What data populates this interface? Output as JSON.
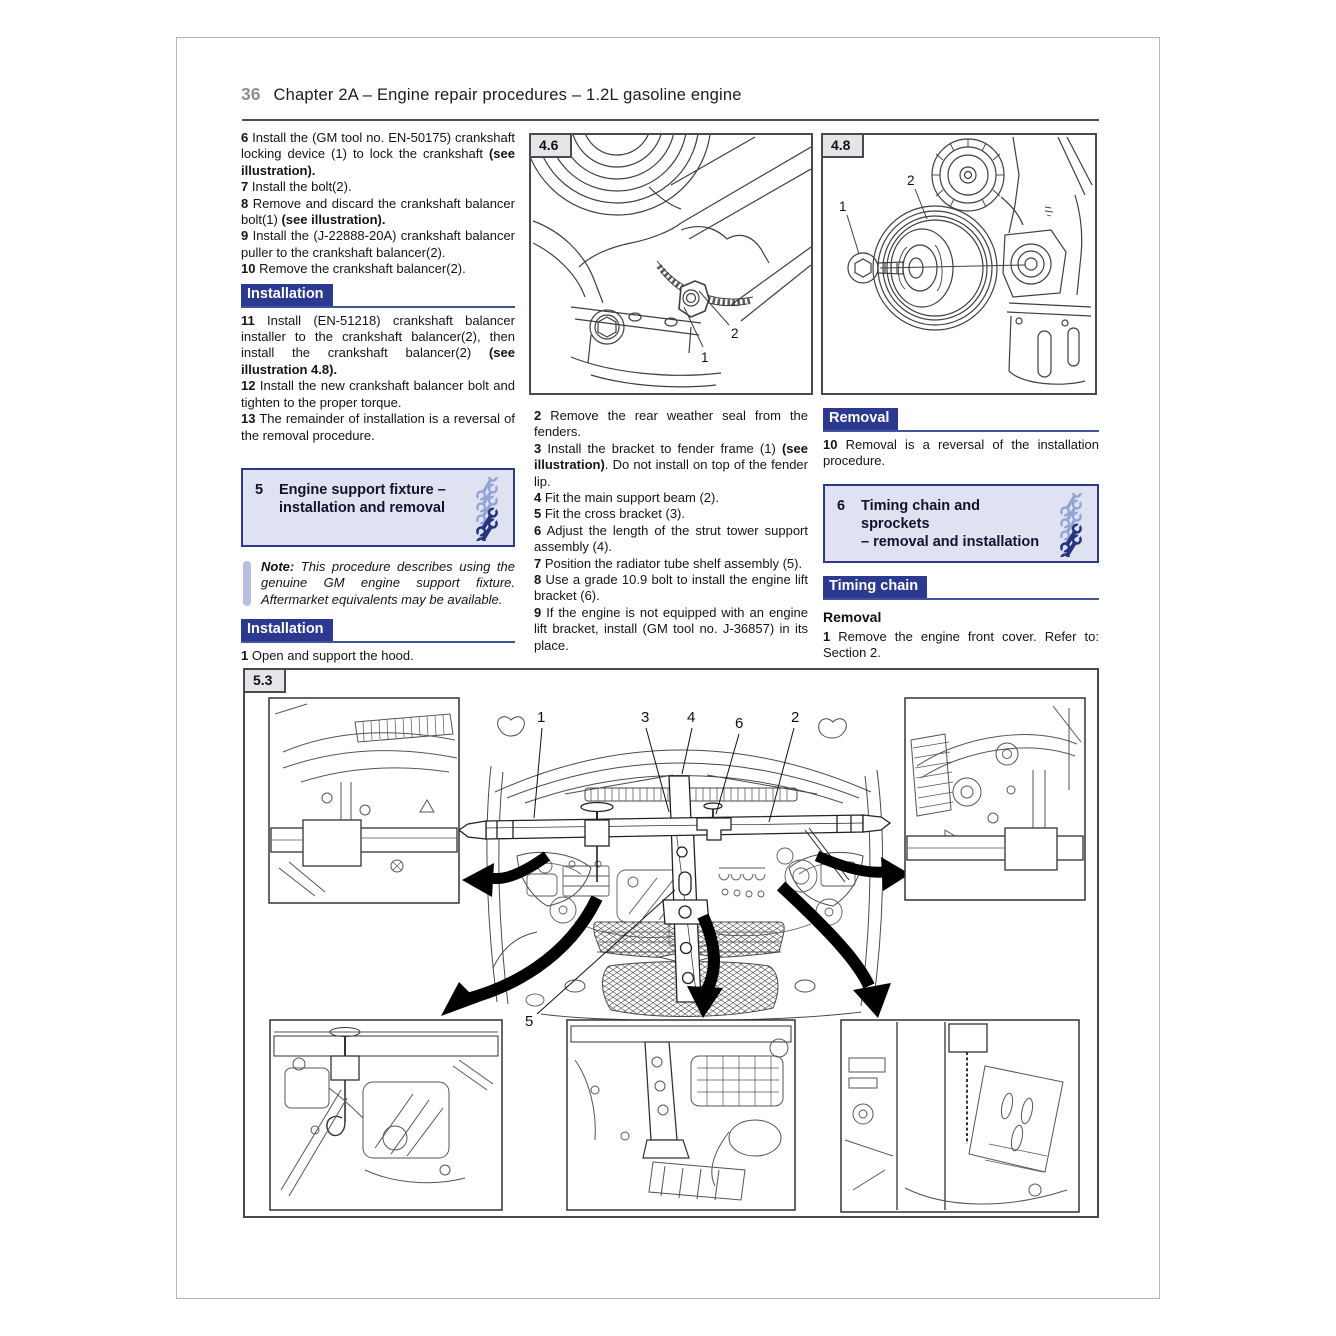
{
  "page": {
    "number": "36",
    "title": "Chapter 2A – Engine repair procedures – 1.2L gasoline engine"
  },
  "left": {
    "steps_a": [
      {
        "num": "6",
        "pre": " Install the (GM tool no. EN-50175) crankshaft locking device (1) to lock the crankshaft ",
        "bold": "(see illustration).",
        "post": ""
      },
      {
        "num": "7",
        "pre": " Install the bolt(2).",
        "bold": "",
        "post": ""
      },
      {
        "num": "8",
        "pre": " Remove and discard the crankshaft balancer bolt(1) ",
        "bold": "(see illustration).",
        "post": ""
      },
      {
        "num": "9",
        "pre": " Install the (J-22888-20A) crankshaft balancer puller to the crankshaft balancer(2).",
        "bold": "",
        "post": ""
      },
      {
        "num": "10",
        "pre": " Remove the crankshaft balancer(2).",
        "bold": "",
        "post": ""
      }
    ],
    "header_installation": "Installation",
    "steps_b": [
      {
        "num": "11",
        "pre": " Install (EN-51218) crankshaft balancer installer to the crankshaft balancer(2), then install the crankshaft balancer(2) ",
        "bold": "(see illustration 4.8).",
        "post": ""
      },
      {
        "num": "12",
        "pre": " Install the new crankshaft balancer bolt and tighten to the proper torque.",
        "bold": "",
        "post": ""
      },
      {
        "num": "13",
        "pre": " The remainder of installation is a reversal of the removal procedure.",
        "bold": "",
        "post": ""
      }
    ],
    "section5": {
      "number": "5",
      "line1": "Engine support fixture –",
      "line2": "installation and removal"
    },
    "note_label": "Note: ",
    "note_text": "This procedure describes using the genuine GM engine support fixture. Aftermarket equivalents may be available.",
    "header_installation2": "Installation",
    "steps_c": [
      {
        "num": "1",
        "pre": " Open and support the hood.",
        "bold": "",
        "post": ""
      }
    ]
  },
  "middle": {
    "steps": [
      {
        "num": "2",
        "pre": " Remove the rear weather seal from the fenders.",
        "bold": "",
        "post": ""
      },
      {
        "num": "3",
        "pre": " Install the bracket to fender frame (1) ",
        "bold": "(see illustration)",
        "post": ". Do not install on top of the fender lip."
      },
      {
        "num": "4",
        "pre": " Fit the main support beam (2).",
        "bold": "",
        "post": ""
      },
      {
        "num": "5",
        "pre": " Fit the cross bracket (3).",
        "bold": "",
        "post": ""
      },
      {
        "num": "6",
        "pre": " Adjust the length of the strut tower support assembly (4).",
        "bold": "",
        "post": ""
      },
      {
        "num": "7",
        "pre": " Position the radiator tube shelf assembly (5).",
        "bold": "",
        "post": ""
      },
      {
        "num": "8",
        "pre": " Use a grade 10.9 bolt to install the engine lift bracket (6).",
        "bold": "",
        "post": ""
      },
      {
        "num": "9",
        "pre": " If the engine is not equipped with an engine lift bracket, install (GM tool no. J-36857) in its place.",
        "bold": "",
        "post": ""
      }
    ]
  },
  "right": {
    "header_removal": "Removal",
    "steps_a": [
      {
        "num": "10",
        "pre": " Removal is a reversal of the installation procedure.",
        "bold": "",
        "post": ""
      }
    ],
    "section6": {
      "number": "6",
      "line1": "Timing chain and sprockets",
      "line2": "– removal and installation"
    },
    "header_timing": "Timing chain",
    "sub_removal": "Removal",
    "steps_b": [
      {
        "num": "1",
        "pre": " Remove the engine front cover. Refer to: Section 2.",
        "bold": "",
        "post": ""
      }
    ]
  },
  "figures": {
    "f46": {
      "label": "4.6",
      "callouts": [
        "1",
        "2"
      ]
    },
    "f48": {
      "label": "4.8",
      "callouts": [
        "1",
        "2"
      ]
    },
    "f53": {
      "label": "5.3",
      "callouts": {
        "c1": "1",
        "c3": "3",
        "c4": "4",
        "c6": "6",
        "c2": "2",
        "c5": "5"
      }
    }
  },
  "colors": {
    "accent": "#2b3990",
    "section_bg": "#dfe2f1",
    "rule": "#42539e"
  }
}
